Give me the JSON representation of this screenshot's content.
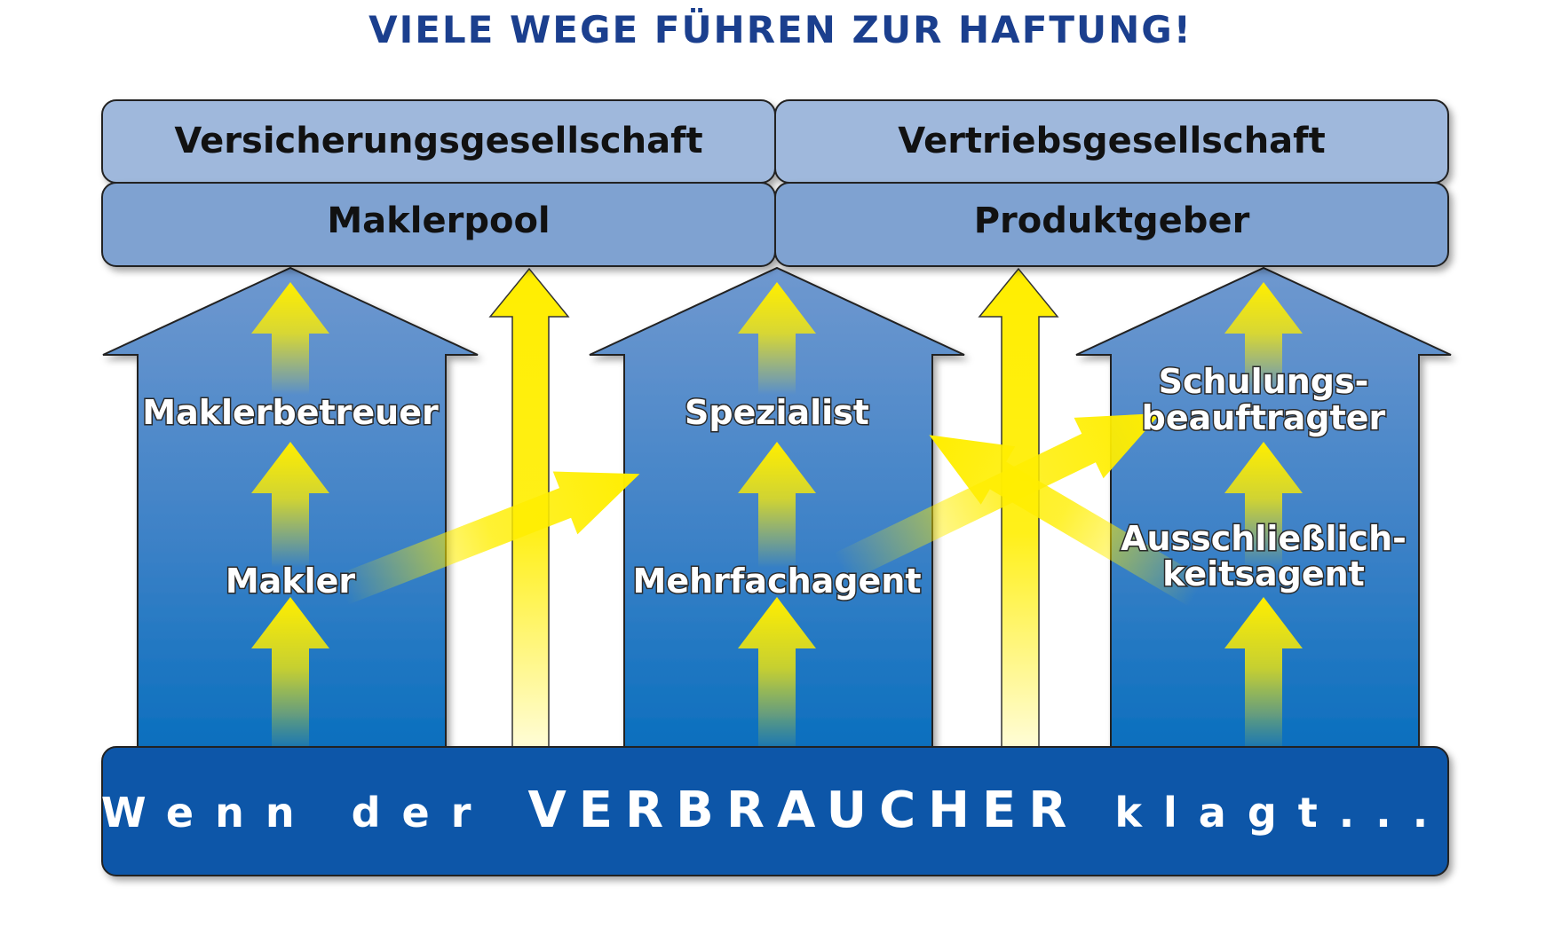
{
  "title": "VIELE WEGE FÜHREN ZUR HAFTUNG!",
  "top_row": {
    "left": "Versicherungsgesellschaft",
    "right": "Vertriebsgesellschaft"
  },
  "second_row": {
    "left": "Maklerpool",
    "right": "Produktgeber"
  },
  "roles": {
    "maklerbetreuer": "Maklerbetreuer",
    "makler": "Makler",
    "spezialist": "Spezialist",
    "mehrfachagent": "Mehrfachagent",
    "schulungs_line1": "Schulungs-",
    "schulungs_line2": "beauftragter",
    "ausschl_line1": "Ausschließlich-",
    "ausschl_line2": "keitsagent"
  },
  "bottom": {
    "part1": "Wenn der ",
    "emphasis": "VERBRAUCHER",
    "part2": " klagt..."
  },
  "colors": {
    "title": "#1b3f8e",
    "header_light": "#9fb8dc",
    "header_mid": "#7fa2d1",
    "house_top": "#6f98cf",
    "house_bottom": "#0a6fbe",
    "arrow_yellow": "#ffee00",
    "bottom_bar": "#0d57a8"
  }
}
